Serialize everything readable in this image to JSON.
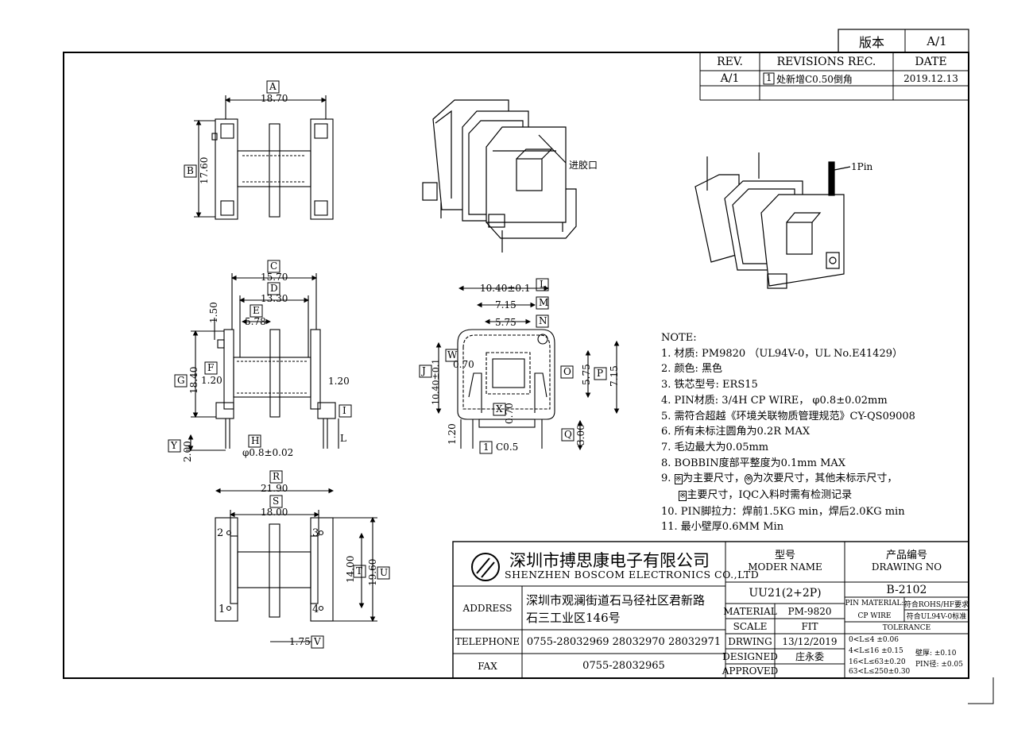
{
  "revision_box": {
    "label": "版本",
    "value": "A/1"
  },
  "revisions": {
    "headers": [
      "REV.",
      "REVISIONS REC.",
      "DATE"
    ],
    "rows": [
      {
        "rev": "A/1",
        "mark": "1",
        "text": "处新增C0.50倒角",
        "date": "2019.12.13"
      }
    ]
  },
  "views": {
    "top": {
      "A_tag": "A",
      "A_dim": "18.70",
      "B_tag": "B",
      "B_dim": "17.60"
    },
    "iso1": {
      "gate_label": "进胶口"
    },
    "iso2": {
      "pin_label": "1Pin"
    },
    "front": {
      "C_tag": "C",
      "C_dim": "15.70",
      "D_tag": "D",
      "D_dim": "13.30",
      "E_tag": "E",
      "E_dim": "5.78",
      "dim_150": "1.50",
      "F_tag": "F",
      "dim_120_left": "1.20",
      "dim_120_right": "1.20",
      "G_tag": "G",
      "G_dim": "18.40",
      "Y_tag": "Y",
      "Y_dim": "2.00",
      "H_tag": "H",
      "pin_dia": "φ0.8±0.02",
      "I_tag": "I",
      "L_label": "L"
    },
    "section": {
      "L_dim": "10.40±0.1",
      "L_tag": "L",
      "M_dim": "7.15",
      "M_tag": "M",
      "N_dim": "5.75",
      "N_tag": "N",
      "W_tag": "W",
      "dim_070a": "0.70",
      "J_tag": "J",
      "J_dim": "10.40±0.1",
      "O_tag": "O",
      "O_dim": "5.75",
      "P_tag": "P",
      "P_dim": "7.15",
      "X_tag": "X",
      "dim_070b": "0.70",
      "dim_120": "1.20",
      "Q_tag": "Q",
      "Q_dim": "3.00",
      "chamfer_mark": "1",
      "chamfer": "C0.5"
    },
    "bottom": {
      "R_tag": "R",
      "R_dim": "21.90",
      "S_tag": "S",
      "S_dim": "18.00",
      "T_tag": "T",
      "T_dim": "14.00",
      "U_tag": "U",
      "U_dim": "19.60",
      "V_tag": "V",
      "V_dim": "1.75",
      "pin1": "1",
      "pin2": "2",
      "pin3": "3",
      "pin4": "4"
    }
  },
  "notes": {
    "title": "NOTE:",
    "items": [
      "1. 材质: PM9820 （UL94V-0，UL No.E41429）",
      "2. 颜色: 黑色",
      "3. 铁芯型号: ERS15",
      "4. PIN材质: 3/4H CP WIRE， φ0.8±0.02mm",
      "5. 需符合超越《环境关联物质管理规范》CY-QS09008",
      "6. 所有未标注圆角为0.2R MAX",
      "7. 毛边最大为0.05mm",
      "8. BOBBIN度部平整度为0.1mm MAX"
    ],
    "item9_prefix": "9. ",
    "item9_icon1": "※",
    "item9_mid": "为主要尺寸，",
    "item9_icon2": "※",
    "item9_end": "为次要尺寸，其他未标示尺寸，",
    "item9_line2_icon": "※",
    "item9_line2": "主要尺寸，IQC入料时需有检测记录",
    "items_tail": [
      "10. PIN脚拉力：焊前1.5KG min，焊后2.0KG min",
      "11. 最小壁厚0.6MM Min"
    ]
  },
  "title_block": {
    "company_cn": "深圳市搏思康电子有限公司",
    "company_en": "SHENZHEN BOSCOM ELECTRONICS CO.,LTD",
    "model_label_cn": "型号",
    "model_label_en": "MODER NAME",
    "model_value": "UU21(2+2P)",
    "drawing_label_cn": "产品编号",
    "drawing_label_en": "DRAWING NO",
    "drawing_value": "B-2102",
    "address_label": "ADDRESS",
    "address_line1": "深圳市观澜街道石马径社区君新路",
    "address_line2": "石三工业区146号",
    "telephone_label": "TELEPHONE",
    "telephone_value": "0755-28032969 28032970 28032971",
    "fax_label": "FAX",
    "fax_value": "0755-28032965",
    "material_label": "MATERIAL",
    "material_value": "PM-9820",
    "scale_label": "SCALE",
    "scale_value": "FIT",
    "drawing_date_label": "DRWING",
    "drawing_date_value": "13/12/2019",
    "designed_label": "DESIGNED",
    "designed_value": "庄永委",
    "approved_label": "APPROVED",
    "approved_value": "",
    "pin_material_label": "PIN MATERIAL:",
    "pin_material_value": "CP WIRE",
    "rohs": "符合ROHS/HF要求",
    "ul": "符合UL94V-0标准",
    "tolerance_label": "TOLERANCE",
    "tol_rows": [
      "0<L≤4 ±0.06",
      "4<L≤16 ±0.15",
      "16<L≤63±0.20",
      "63<L≤250±0.30"
    ],
    "wall_label": "壁厚: ±0.10",
    "pin_dia_label": "PIN径: ±0.05"
  }
}
